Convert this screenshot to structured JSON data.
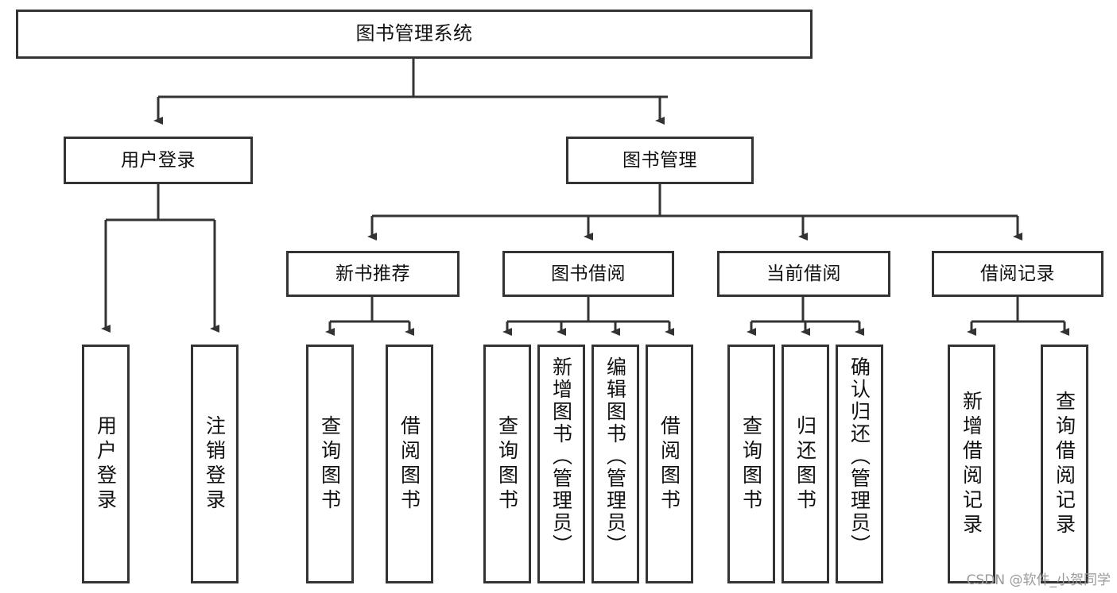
{
  "diagram": {
    "type": "tree-hierarchy",
    "title": "图书管理系统",
    "orientation": "top-down",
    "colors": {
      "box_border": "#333333",
      "box_fill": "#ffffff",
      "connector": "#333333",
      "text": "#111111",
      "watermark": "#9a9a9a"
    },
    "root": {
      "label": "图书管理系统"
    },
    "level1": [
      {
        "label": "用户登录"
      },
      {
        "label": "图书管理"
      }
    ],
    "level2": [
      {
        "label": "新书推荐"
      },
      {
        "label": "图书借阅"
      },
      {
        "label": "当前借阅"
      },
      {
        "label": "借阅记录"
      }
    ],
    "leaves": {
      "user_login": [
        {
          "label": "用户登录"
        },
        {
          "label": "注销登录"
        }
      ],
      "new_book_recommend": [
        {
          "label": "查询图书"
        },
        {
          "label": "借阅图书"
        }
      ],
      "book_borrow": [
        {
          "label": "查询图书"
        },
        {
          "label": "新增图书（管理员）"
        },
        {
          "label": "编辑图书（管理员）"
        },
        {
          "label": "借阅图书"
        }
      ],
      "current_borrow": [
        {
          "label": "查询图书"
        },
        {
          "label": "归还图书"
        },
        {
          "label": "确认归还（管理员）"
        }
      ],
      "borrow_record": [
        {
          "label": "新增借阅记录"
        },
        {
          "label": "查询借阅记录"
        }
      ]
    },
    "watermark": "CSDN @软件_小贺同学"
  }
}
